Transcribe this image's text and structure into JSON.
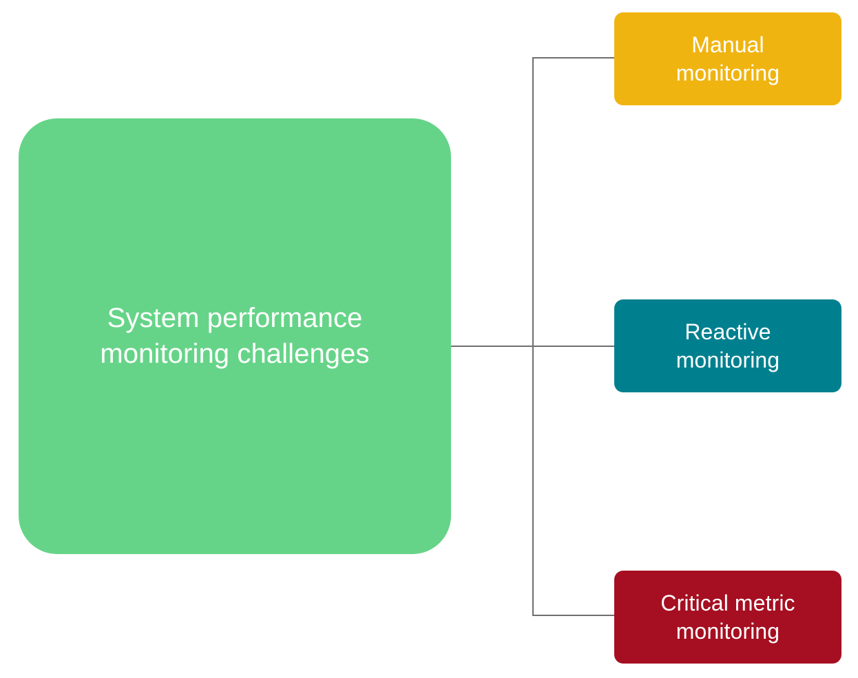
{
  "diagram": {
    "type": "hierarchy-tree",
    "orientation": "left-to-right",
    "background_color": "#FFFFFF",
    "connector_color": "#6E6E6E",
    "root": {
      "label": "System performance\nmonitoring challenges",
      "fill_color": "#66D488",
      "text_color": "#FFFFFF"
    },
    "branches": [
      {
        "label": "Manual\nmonitoring",
        "fill_color": "#F0B411",
        "text_color": "#FFFFFF"
      },
      {
        "label": "Reactive\nmonitoring",
        "fill_color": "#00808F",
        "text_color": "#FFFFFF"
      },
      {
        "label": "Critical metric\nmonitoring",
        "fill_color": "#A50F21",
        "text_color": "#FFFFFF"
      }
    ]
  }
}
